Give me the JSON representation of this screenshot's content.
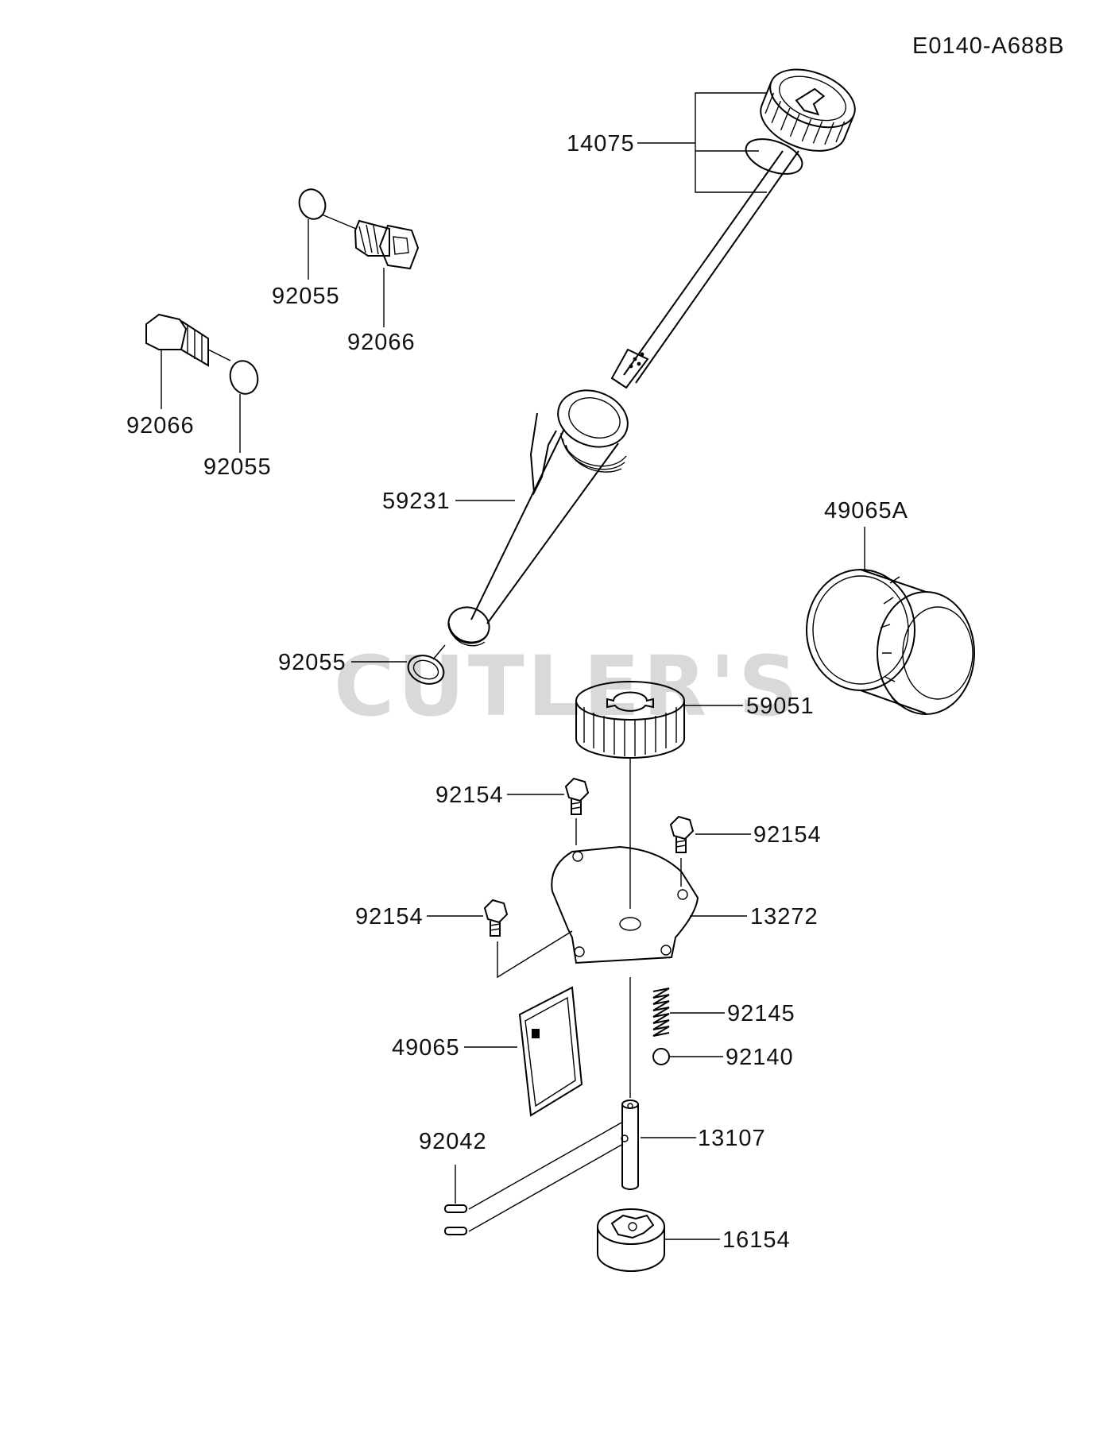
{
  "diagram": {
    "code": "E0140-A688B",
    "watermark": "CUTLER'S",
    "labels": {
      "p14075": "14075",
      "p92055_a": "92055",
      "p92066_a": "92066",
      "p92066_b": "92066",
      "p92055_b": "92055",
      "p59231": "59231",
      "p49065A": "49065A",
      "p92055_c": "92055",
      "p59051": "59051",
      "p92154_a": "92154",
      "p92154_b": "92154",
      "p92154_c": "92154",
      "p13272": "13272",
      "p92145": "92145",
      "p92140": "92140",
      "p49065": "49065",
      "p92042": "92042",
      "p13107": "13107",
      "p16154": "16154"
    }
  }
}
